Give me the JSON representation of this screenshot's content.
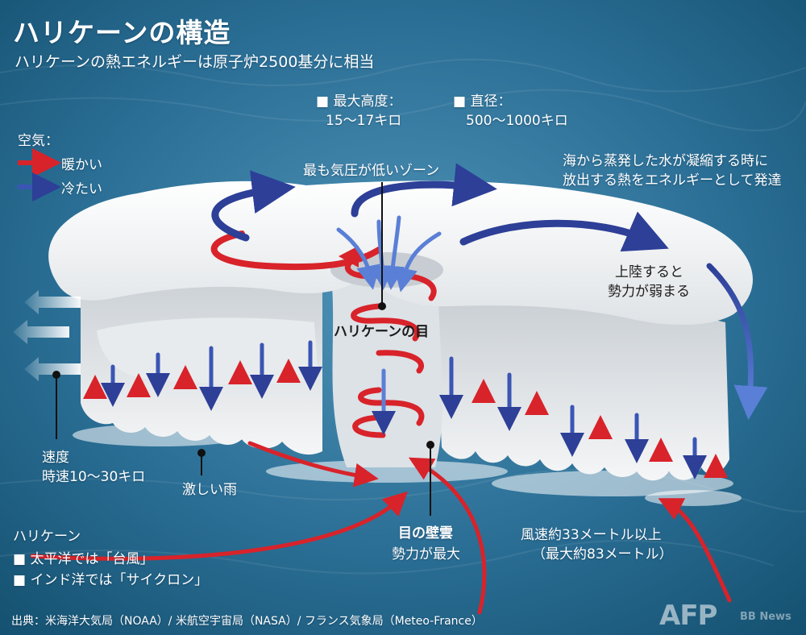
{
  "title": "ハリケーンの構造",
  "subtitle": "ハリケーンの熱エネルギーは原子炉2500基分に相当",
  "stats": {
    "height_label": "■ 最大高度：",
    "height_value": "15～17キロ",
    "diameter_label": "■ 直径：",
    "diameter_value": "500～1000キロ"
  },
  "legend": {
    "title": "空気：",
    "warm": "暖かい",
    "cold": "冷たい",
    "warm_color": "#d8232a",
    "cold_color": "#2d3f97"
  },
  "labels": {
    "low_pressure": "最も気圧が低いゾーン",
    "energy_line1": "海から蒸発した水が凝縮する時に",
    "energy_line2": "放出する熱をエネルギーとして発達",
    "landfall_line1": "上陸すると",
    "landfall_line2": "勢力が弱まる",
    "eye": "ハリケーンの目",
    "speed_line1": "速度",
    "speed_line2": "時速10～30キロ",
    "rain": "激しい雨",
    "eyewall_line1": "目の壁雲",
    "eyewall_line2": "勢力が最大",
    "wind_line1": "風速約33メートル以上",
    "wind_line2": "（最大約83メートル）"
  },
  "names": {
    "title": "ハリケーン",
    "pacific": "■ 太平洋では「台風」",
    "indian": "■ インド洋では「サイクロン」"
  },
  "source": "出典：米海洋大気局（NOAA）/ 米航空宇宙局（NASA）/ フランス気象局（Meteo-France）",
  "logo": "AFP",
  "logo_sub": "BB News",
  "colors": {
    "sea": "#2a6f95",
    "sea_light": "#5a9ec2",
    "cloud": "#f2f3f4"
  }
}
